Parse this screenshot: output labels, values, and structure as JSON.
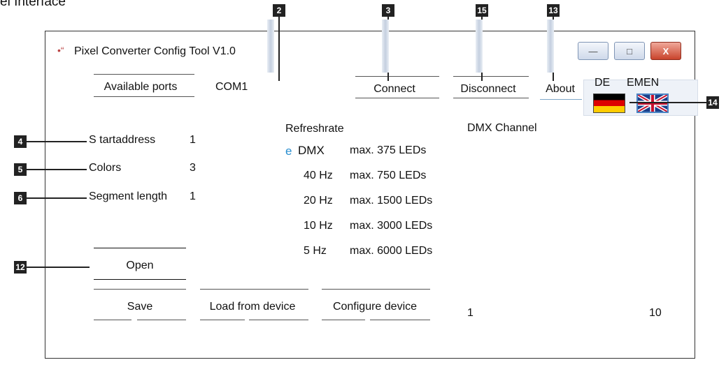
{
  "caption": "el Interface",
  "window": {
    "title": "Pixel Converter Config Tool V1.0",
    "icon": "app-dots-icon",
    "controls": {
      "minimize": "—",
      "maximize": "□",
      "close": "X"
    }
  },
  "ports": {
    "label": "Available ports",
    "value": "COM1"
  },
  "toolbar": {
    "connect": "Connect",
    "disconnect": "Disconnect",
    "about": "About"
  },
  "language": {
    "de": "DE",
    "en": "EMEN"
  },
  "settings": [
    {
      "label": "S tartaddress",
      "value": "1"
    },
    {
      "label": "Colors",
      "value": "3"
    },
    {
      "label": "Segment length",
      "value": "1"
    }
  ],
  "refresh": {
    "heading": "Refreshrate",
    "marker": "e",
    "rows": [
      {
        "rate": "DMX",
        "max": "max. 375 LEDs"
      },
      {
        "rate": "40 Hz",
        "max": "max. 750 LEDs"
      },
      {
        "rate": "20 Hz",
        "max": "max. 1500 LEDs"
      },
      {
        "rate": "10 Hz",
        "max": "max. 3000 LEDs"
      },
      {
        "rate": "5 Hz",
        "max": "max. 6000 LEDs"
      }
    ]
  },
  "dmx": {
    "heading": "DMX Channel",
    "min": "1",
    "max": "10"
  },
  "buttons": {
    "open": "Open",
    "save": "Save",
    "load": "Load from device",
    "configure": "Configure device"
  },
  "callouts": {
    "c2": "2",
    "c3": "3",
    "c4": "4",
    "c5": "5",
    "c6": "6",
    "c12": "12",
    "c13": "13",
    "c14": "14",
    "c15": "15"
  },
  "colors": {
    "accent": "#2a8fd0",
    "callout": "#222222",
    "closeButton": "#c9442c"
  }
}
